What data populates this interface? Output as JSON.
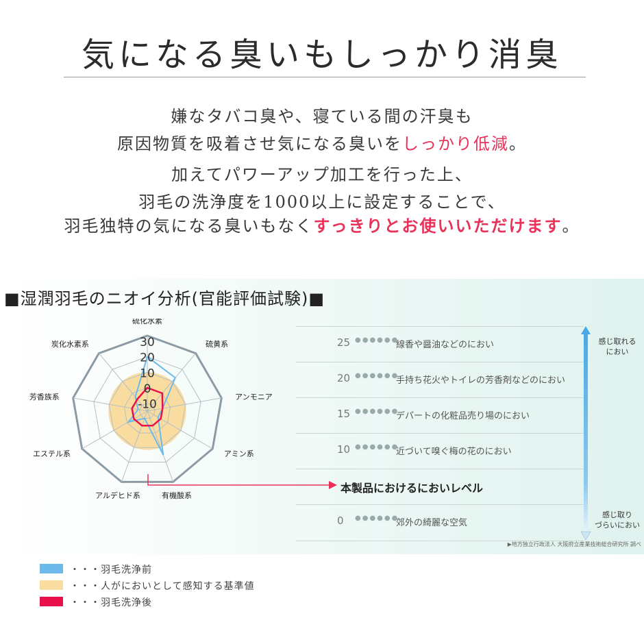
{
  "heading": {
    "title": "気になる臭いもしっかり消臭",
    "lines": [
      "嫌なタバコ臭や、寝ている間の汗臭も",
      "原因物質を吸着させ気になる臭いを",
      "しっかり低減",
      "。",
      "加えてパワーアップ加工を行った上、",
      "羽毛の洗浄度を1000以上に設定することで、",
      "羽毛独特の気になる臭いもなく",
      "すっきりとお使いいただけます",
      "。"
    ],
    "accent_color": "#e8325a"
  },
  "analysis": {
    "section_title": "■湿潤羽毛のニオイ分析(官能評価試験)■",
    "levels": [
      {
        "value": "25",
        "dots": "●●●●●●",
        "text": "線香や醤油などのにおい"
      },
      {
        "value": "20",
        "dots": "●●●●●●",
        "text": "手持ち花火やトイレの芳香剤などのにおい"
      },
      {
        "value": "15",
        "dots": "●●●●●●",
        "text": "デパートの化粧品売り場のにおい"
      },
      {
        "value": "10",
        "dots": "●●●●●●",
        "text": "近づいて嗅ぐ梅の花のにおい"
      },
      {
        "value": "0",
        "dots": "●●●●●●",
        "text": "郊外の綺麗な空気"
      }
    ],
    "product_level_label": "本製品におけるにおいレベル",
    "scale_top_label_1": "感じ取れる",
    "scale_top_label_2": "におい",
    "scale_bottom_label_1": "感じ取り",
    "scale_bottom_label_2": "づらいにおい",
    "source_note": "▶地方独立行政法人 大阪府立産業技術総合研究所 調べ",
    "arrow_color": "#5ab4e8",
    "pointer_color": "#e8325a"
  },
  "legend": [
    {
      "label": "・・・羽毛洗浄前",
      "color": "#6cb9ec"
    },
    {
      "label": "・・・人がにおいとして感知する基準値",
      "color": "#f9dca0"
    },
    {
      "label": "・・・羽毛洗浄後",
      "color": "#e8104a"
    }
  ],
  "chart_data": {
    "type": "radar",
    "axes": [
      "硫化水素",
      "硫黄系",
      "アンモニア",
      "アミン系",
      "有機酸系",
      "アルデヒド系",
      "エステル系",
      "芳香族系",
      "炭化水素系"
    ],
    "ticks": [
      "30",
      "20",
      "10",
      "0",
      "-10"
    ],
    "range": [
      -15,
      30
    ],
    "series": [
      {
        "name": "羽毛洗浄前",
        "color": "#6cb9ec",
        "values": [
          20,
          13,
          -5,
          -7,
          15,
          -10,
          -1,
          -9,
          -3
        ]
      },
      {
        "name": "人がにおいとして感知する基準値",
        "color": "#f9dca0",
        "values": [
          10,
          10,
          10,
          10,
          10,
          10,
          10,
          10,
          10
        ]
      },
      {
        "name": "羽毛洗浄後",
        "color": "#e8104a",
        "values": [
          0,
          0,
          -5,
          -5,
          -5,
          -5,
          -5,
          -5,
          -5
        ]
      }
    ]
  }
}
